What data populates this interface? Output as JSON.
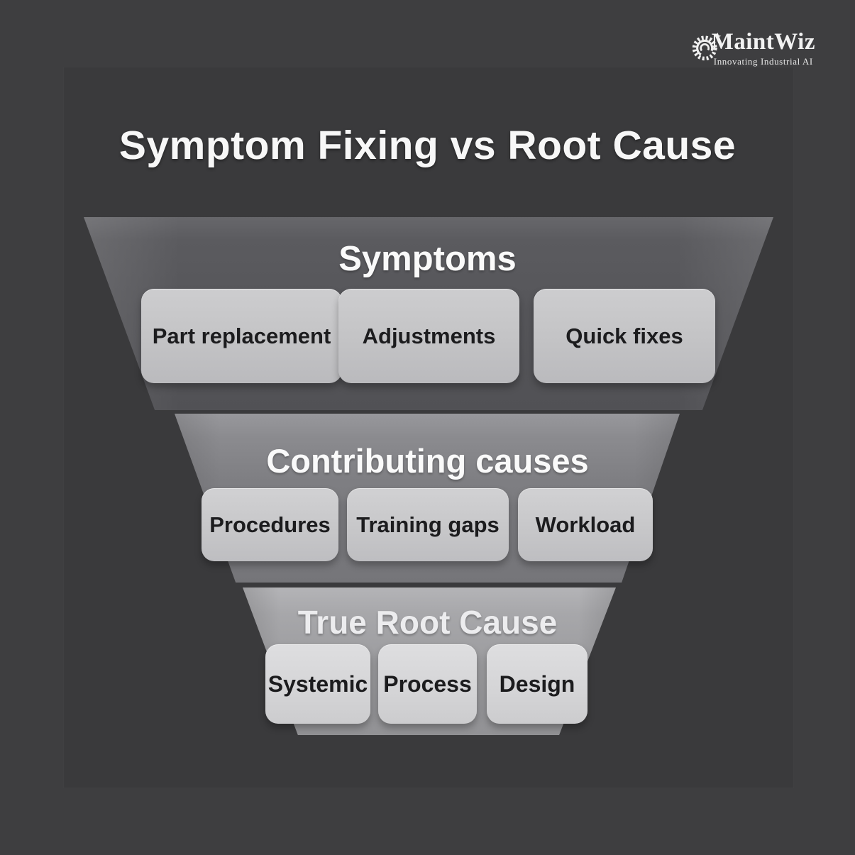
{
  "page": {
    "background_color": "#3e3e40",
    "card_background_color": "#38383a"
  },
  "logo": {
    "name": "MaintWiz",
    "tagline": "Innovating Industrial AI",
    "icon": "gear-icon",
    "text_color": "#f2f2f2"
  },
  "title": "Symptom Fixing vs Root Cause",
  "funnel": {
    "tiers": [
      {
        "header": "Symptoms",
        "boxes": [
          "Part replacement",
          "Adjustments",
          "Quick fixes"
        ],
        "face_color": "#58585c",
        "box_color": "#c5c5c7"
      },
      {
        "header": "Contributing causes",
        "boxes": [
          "Procedures",
          "Training gaps",
          "Workload"
        ],
        "face_color": "#7e7e82",
        "box_color": "#c9c9cb"
      },
      {
        "header": "True Root Cause",
        "boxes": [
          "Systemic",
          "Process",
          "Design"
        ],
        "face_color": "#9b9b9e",
        "box_color": "#d6d6d8"
      }
    ]
  },
  "text_colors": {
    "title": "#f7f7f7",
    "tier_header": "#fafafa",
    "box_label": "#1c1c1e"
  }
}
